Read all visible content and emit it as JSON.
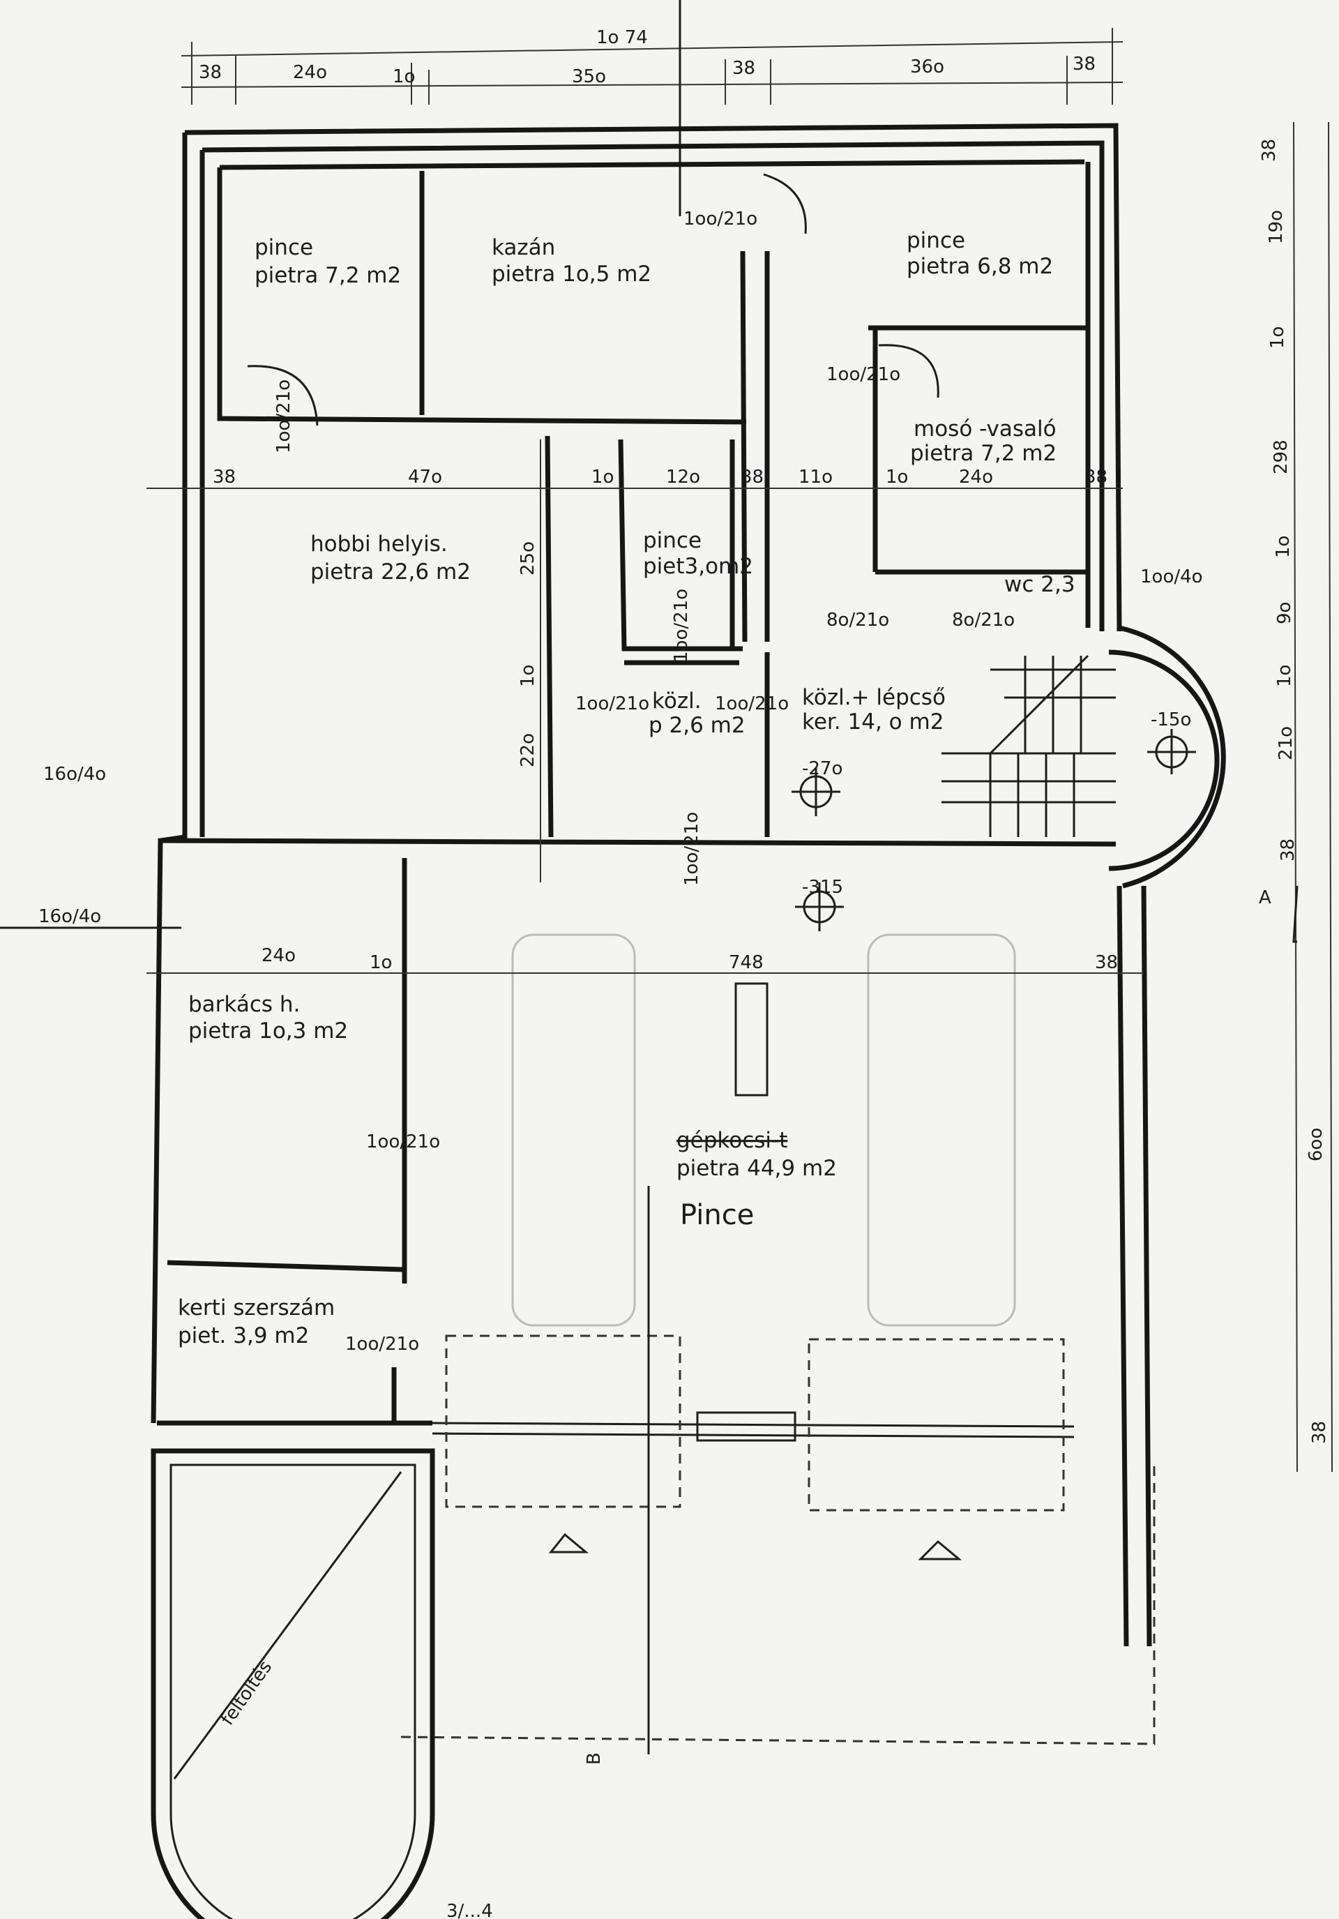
{
  "plan": {
    "overall_dim": "1o 74",
    "top_dims": [
      "38",
      "24o",
      "1o",
      "35o",
      "38",
      "36o",
      "38"
    ],
    "right_dims": [
      "38",
      "19o",
      "1o",
      "298",
      "1o",
      "9o",
      "1o",
      "21o",
      "38",
      "6oo",
      "38"
    ],
    "rooms": [
      {
        "name": "pince",
        "area": "pietra 7,2  m2"
      },
      {
        "name": "kazán",
        "area": "pietra 1o,5  m2"
      },
      {
        "name": "pince",
        "area": "pietra 6,8  m2"
      },
      {
        "name": "mosó -vasaló",
        "area": "pietra 7,2  m2"
      },
      {
        "name": "hobbi helyis.",
        "area": "pietra 22,6 m2"
      },
      {
        "name": "pince",
        "area": "piet3,om2"
      },
      {
        "name": "wc 2,3",
        "area": ""
      },
      {
        "name": "közl.+ lépcső",
        "area": "ker. 14, o  m2"
      },
      {
        "name": "közl.",
        "area": "p 2,6 m2"
      },
      {
        "name": "barkács h.",
        "area": "pietra 1o,3  m2"
      },
      {
        "name": "gépkocsi-t",
        "area": "pietra 44,9 m2"
      },
      {
        "name": "kerti szerszám",
        "area": "piet. 3,9  m2"
      }
    ],
    "doors": [
      "1oo/21o",
      "1oo/21o",
      "1oo/21o",
      "1oo/21o",
      "1oo/21o",
      "1oo/21o",
      "8o/21o",
      "8o/21o",
      "1oo/21o",
      "1oo/21o",
      "1oo/21o",
      "1oo/4o"
    ],
    "inner_dims": [
      "38",
      "47o",
      "1o",
      "12o",
      "38",
      "11o",
      "1o",
      "24o",
      "38",
      "25o",
      "1o",
      "22o",
      "24o",
      "1o",
      "748",
      "38"
    ],
    "levels": [
      "-27o",
      "-15o",
      "-315"
    ],
    "side_notes": [
      "16o/4o",
      "16o/4o"
    ],
    "section_marks": [
      "A",
      "B"
    ],
    "handwritten": "Pince",
    "fill_label": "feltöltés",
    "bottom_fragment": "3/...4"
  }
}
